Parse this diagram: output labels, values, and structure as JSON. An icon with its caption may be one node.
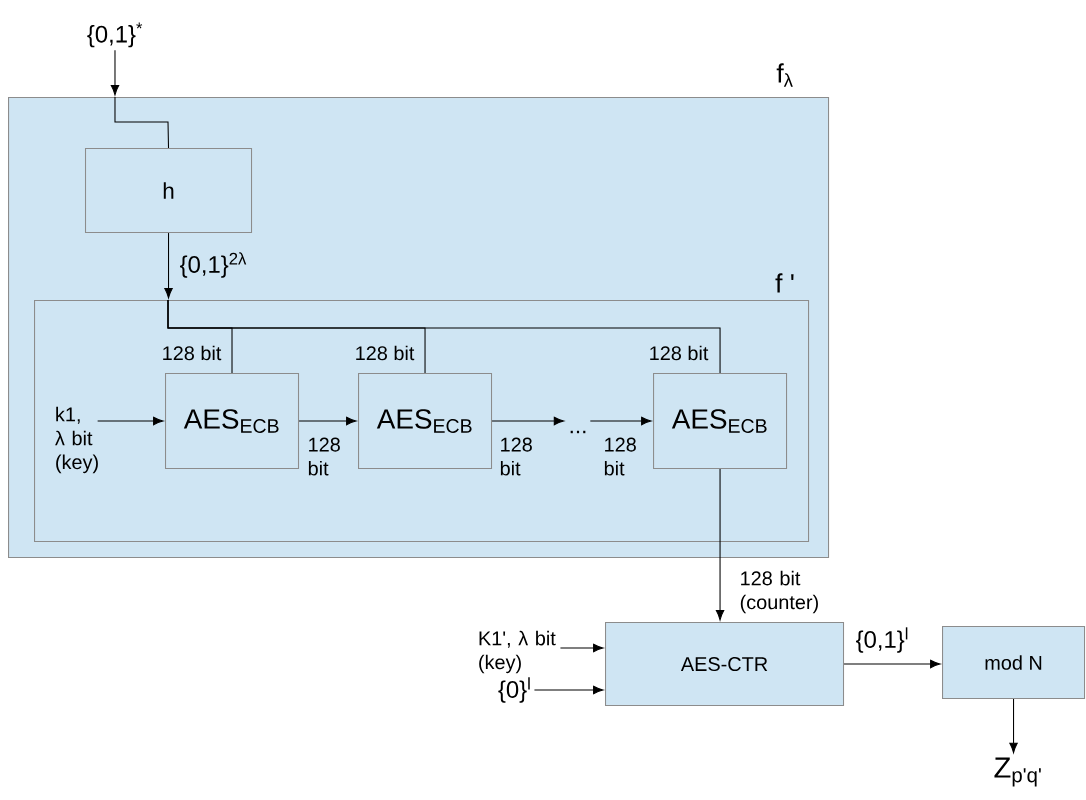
{
  "diagram": {
    "nodes": [
      {
        "text": [
          "f$_{λ}$"
        ]
      },
      {
        "text": [
          "h"
        ],
        "in": 0
      },
      {
        "text": [
          "f '"
        ],
        "in": 0
      },
      {
        "text": [
          "AES$_{ECB}$"
        ],
        "in": 2
      },
      {
        "text": [
          "AES$_{ECB}$"
        ],
        "in": 2
      },
      {
        "text": [
          "..."
        ],
        "in": 2
      },
      {
        "text": [
          "AES$_{ECB}$"
        ],
        "in": 2
      },
      {
        "text": [
          "k1, λ bit (key)"
        ],
        "in": 2
      },
      {
        "text": [
          "{0,1}$^{*}$"
        ]
      },
      {
        "text": [
          "AES-CTR"
        ]
      },
      {
        "text": [
          "mod N"
        ]
      },
      {
        "text": [
          "K1', λ bit (key)"
        ]
      },
      {
        "text": [
          "{0}$^{l}$"
        ]
      },
      {
        "text": [
          "Z$_{p'q'}$"
        ]
      }
    ],
    "edges": [
      {
        "from": 8,
        "to": 0,
        "arrow": "to"
      },
      {
        "from": 0,
        "to": 1,
        "arrow": "none"
      },
      {
        "from": 1,
        "to": 2,
        "arrow": "to",
        "label": "{0,1}$^{2λ}$"
      },
      {
        "from": 2,
        "to": 3,
        "arrow": "none",
        "label": "128 bit"
      },
      {
        "from": 2,
        "to": 4,
        "arrow": "none",
        "label": "128 bit"
      },
      {
        "from": 2,
        "to": 6,
        "arrow": "none",
        "label": "128 bit"
      },
      {
        "from": 7,
        "to": 3,
        "arrow": "to"
      },
      {
        "from": 3,
        "to": 4,
        "arrow": "to",
        "label": "128 bit"
      },
      {
        "from": 4,
        "to": 5,
        "arrow": "to",
        "label": "128 bit"
      },
      {
        "from": 5,
        "to": 6,
        "arrow": "to",
        "label": "128 bit"
      },
      {
        "from": 6,
        "to": 9,
        "arrow": "to",
        "label": "128 bit (counter)"
      },
      {
        "from": 11,
        "to": 9,
        "arrow": "to"
      },
      {
        "from": 12,
        "to": 9,
        "arrow": "to"
      },
      {
        "from": 9,
        "to": 10,
        "arrow": "to",
        "label": "{0,1}$^{l}$"
      },
      {
        "from": 10,
        "to": 13,
        "arrow": "to"
      }
    ]
  }
}
